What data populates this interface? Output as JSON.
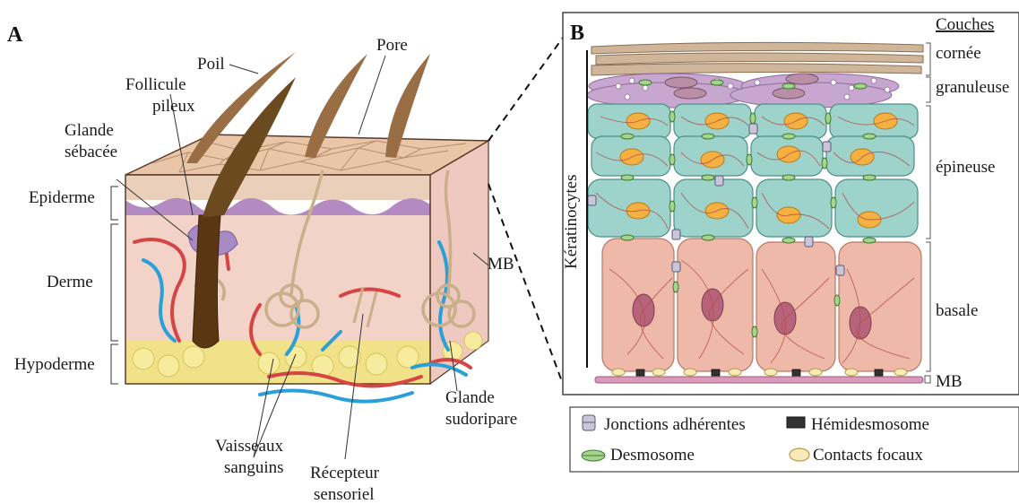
{
  "panel_a": {
    "letter": "A",
    "labels": {
      "poil": "Poil",
      "pore": "Pore",
      "follicule_1": "Follicule",
      "follicule_2": "pileux",
      "glande_sebacee_1": "Glande",
      "glande_sebacee_2": "sébacée",
      "epiderme": "Epiderme",
      "derme": "Derme",
      "hypoderme": "Hypoderme",
      "mb": "MB",
      "vaisseaux_1": "Vaisseaux",
      "vaisseaux_2": "sanguins",
      "recepteur_1": "Récepteur",
      "recepteur_2": "sensoriel",
      "glande_sudoripare_1": "Glande",
      "glande_sudoripare_2": "sudoripare"
    }
  },
  "panel_b": {
    "letter": "B",
    "couches_title": "Couches",
    "layers": {
      "cornee": "cornée",
      "granuleuse": "granuleuse",
      "epineuse": "épineuse",
      "basale": "basale",
      "mb": "MB"
    },
    "keratinocytes": "Kératinocytes"
  },
  "legend": {
    "jonctions": "Jonctions adhérentes",
    "hemidesmosome": "Hémidesmosome",
    "desmosome": "Desmosome",
    "contacts": "Contacts focaux"
  },
  "colors": {
    "epidermis_top": "#e9c6a8",
    "dermis": "#f3d2c8",
    "hypodermis": "#f1e28a",
    "hair": "#6b4a1f",
    "artery": "#d64545",
    "vein": "#2aa0d8",
    "spinous_cell": "#9dd3cb",
    "basal_cell": "#efb9a9",
    "granular_cell": "#c7a7cf",
    "cornified": "#cfb59a",
    "membrane": "#d89ab8"
  }
}
